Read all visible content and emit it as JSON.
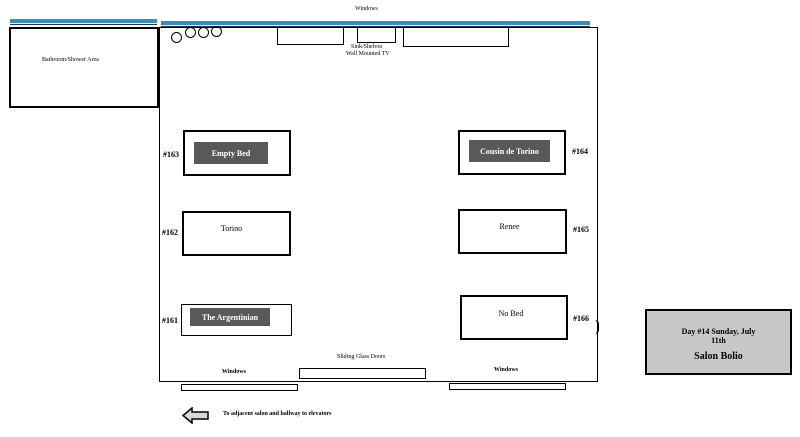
{
  "labels": {
    "windows_top": "Windows",
    "bathroom": "Bathroom/Shower Area",
    "sink_line1": "Sink/Shelves",
    "sink_line2": "Wall Mounted TV",
    "sliding_doors": "Sliding Glass Doors",
    "windows_bottom_left": "Windows",
    "windows_bottom_right": "Windows",
    "exit_note": "To adjacent salon and hallway to elevators"
  },
  "beds": [
    {
      "number": "#163",
      "occupant": "Empty Bed",
      "style": "dark"
    },
    {
      "number": "#162",
      "occupant": "Torino",
      "style": "plain"
    },
    {
      "number": "#161",
      "occupant": "The Argentinian",
      "style": "dark"
    },
    {
      "number": "#164",
      "occupant": "Cousin de Torino",
      "style": "dark"
    },
    {
      "number": "#165",
      "occupant": "Renee",
      "style": "plain"
    },
    {
      "number": "#166",
      "occupant": "No Bed",
      "style": "plain"
    }
  ],
  "info": {
    "day_line1": "Day #14 Sunday, July",
    "day_line2": "11th",
    "salon": "Salon Bolio"
  },
  "colors": {
    "window_blue": "#2e8fc9",
    "label_dark": "#595959",
    "info_bg": "#c8c8c8"
  },
  "icons": {
    "exit_arrow": "left-arrow-icon"
  }
}
